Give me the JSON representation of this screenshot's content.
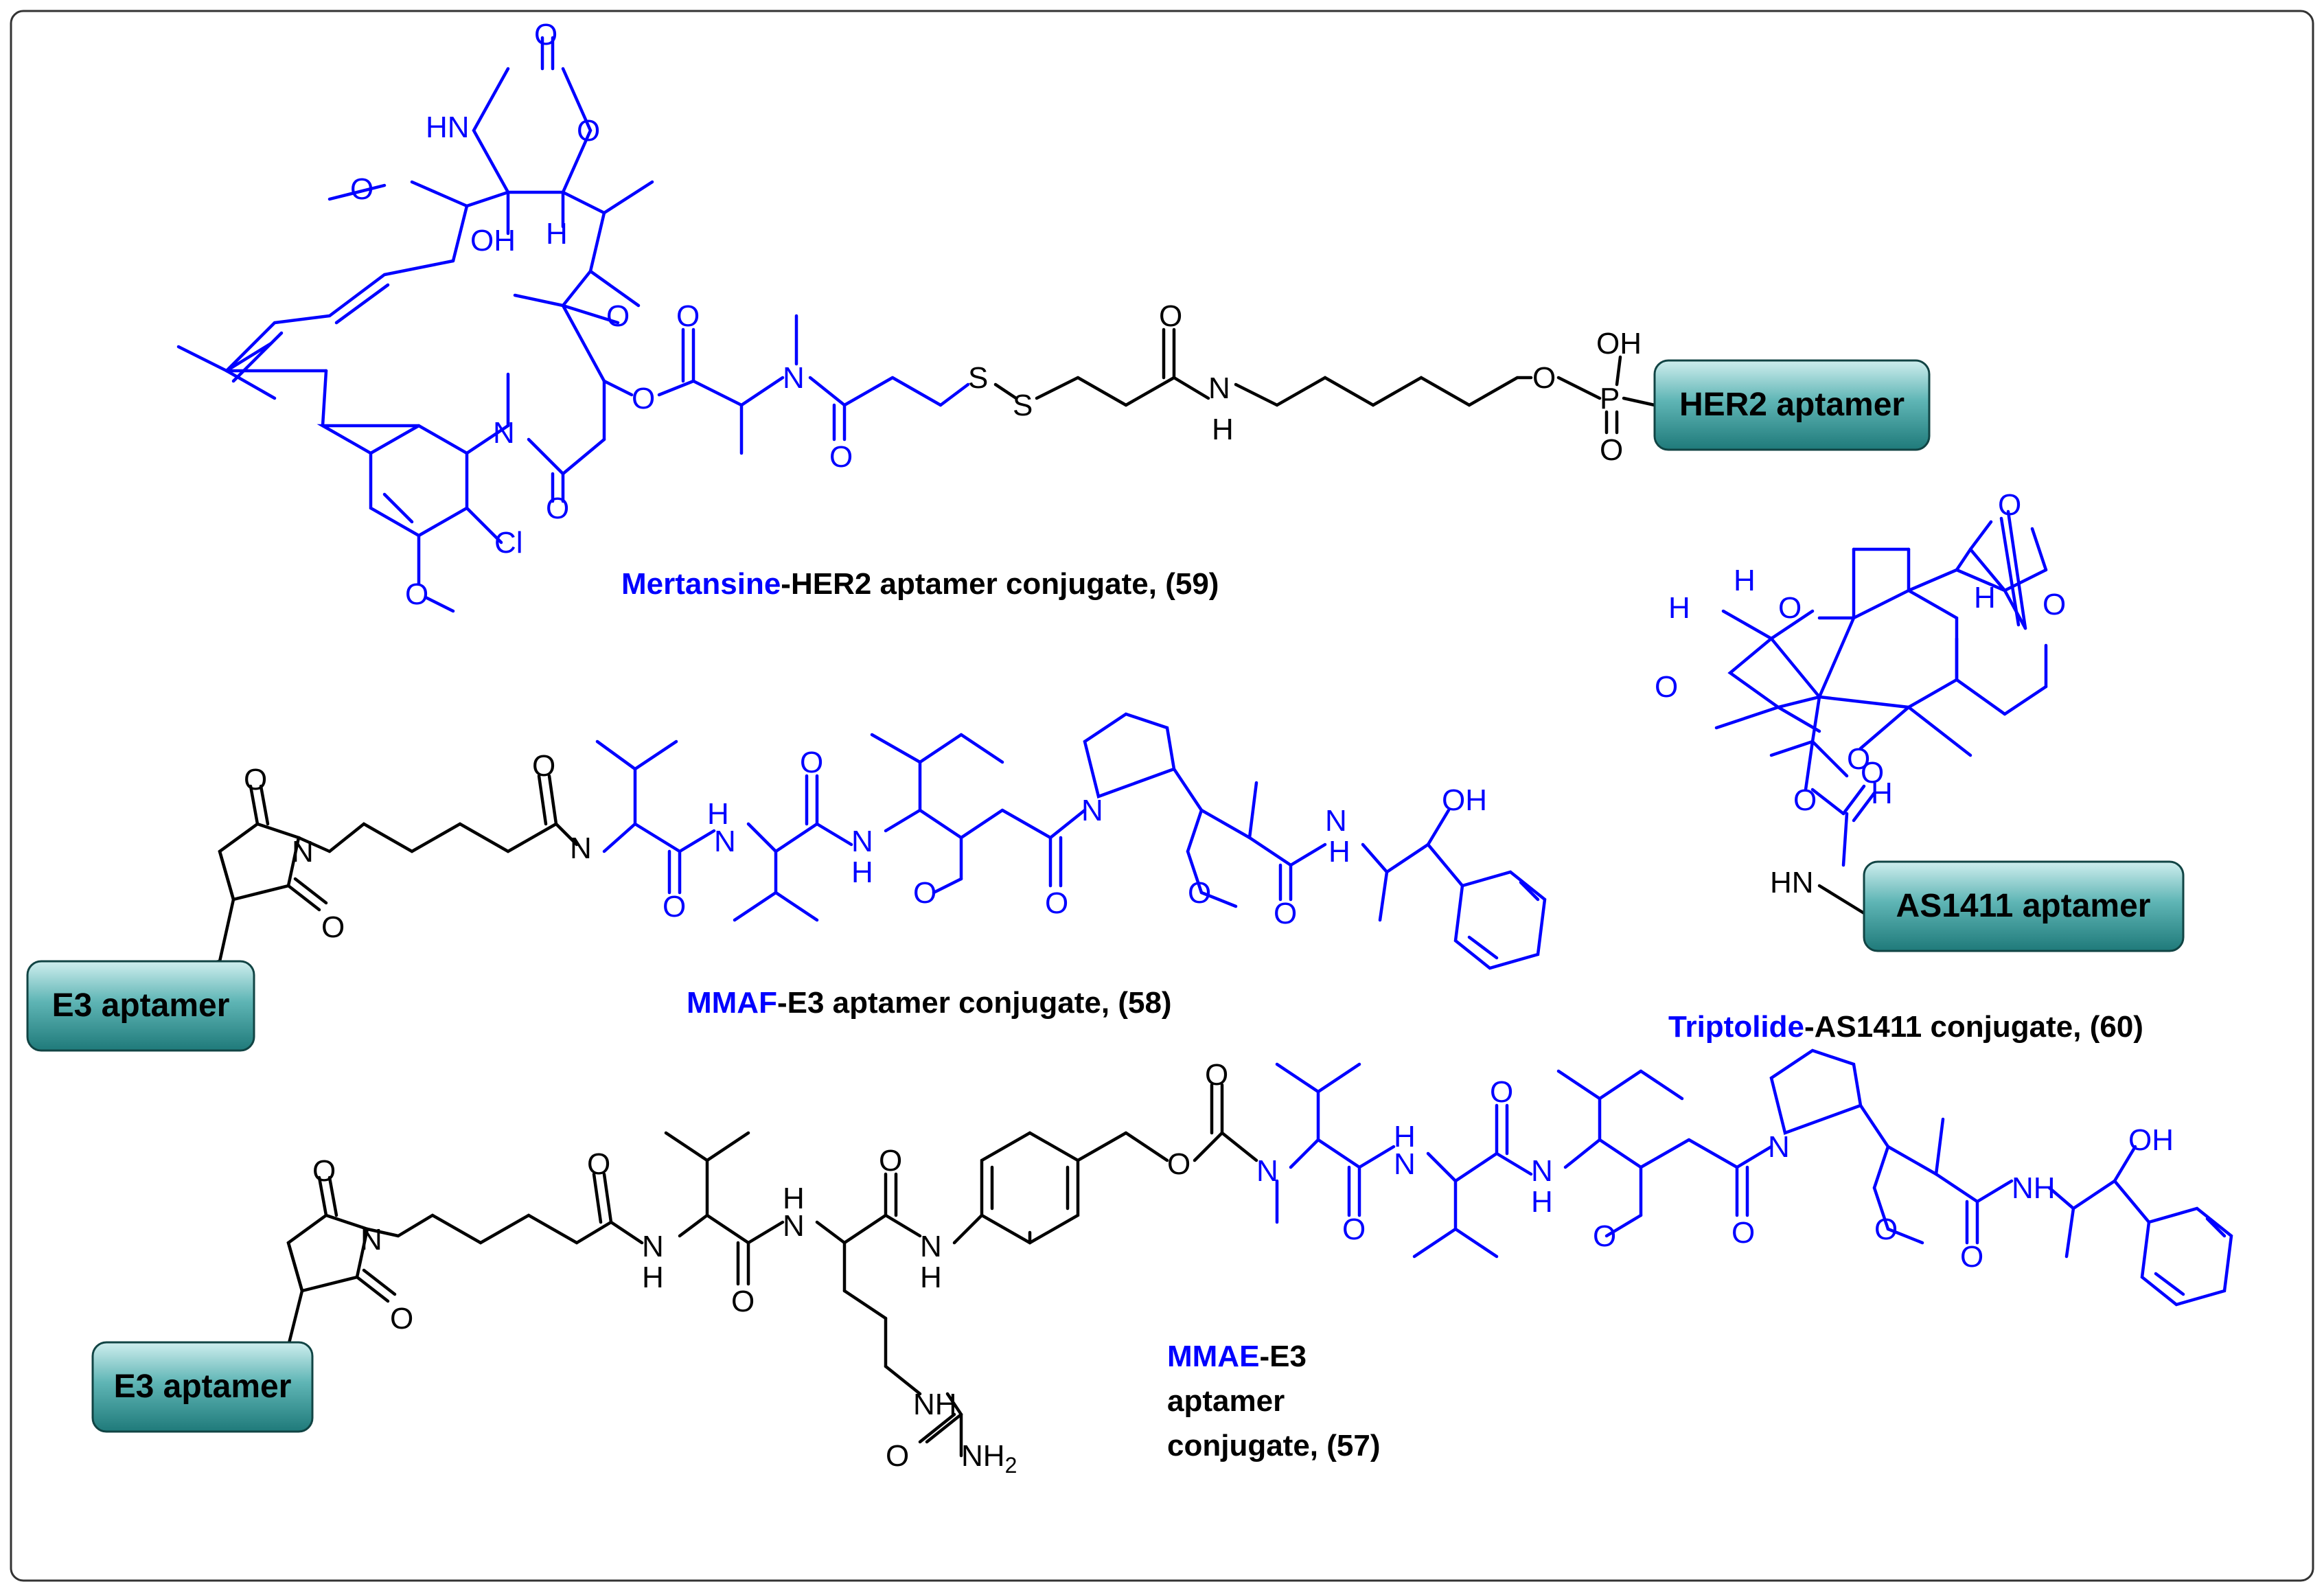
{
  "colors": {
    "drug": "#0000ff",
    "linker": "#000000",
    "badge_fill": "#2e8f8f",
    "badge_fill_light": "#bfe7e7",
    "frame": "#333333"
  },
  "captions": {
    "c59": {
      "drug": "Mertansine",
      "rest": "-HER2 aptamer conjugate, (59)"
    },
    "c58": {
      "drug": "MMAF",
      "rest": "-E3 aptamer conjugate, (58)"
    },
    "c60": {
      "drug": "Triptolide",
      "rest": "-AS1411 conjugate, (60)"
    },
    "c57": {
      "drug": "MMAE",
      "line1_rest": "-E3",
      "line2": "aptamer",
      "line3": "conjugate, (57)"
    }
  },
  "badges": {
    "her2": "HER2 aptamer",
    "e3_top": "E3 aptamer",
    "as1411": "AS1411 aptamer",
    "e3_bottom": "E3 aptamer"
  },
  "atoms": {
    "O": "O",
    "N": "N",
    "S": "S",
    "P": "P",
    "H": "H",
    "HN": "HN",
    "NH": "NH",
    "OH": "OH",
    "Cl": "Cl",
    "NH2": "NH",
    "sub2": "2"
  }
}
